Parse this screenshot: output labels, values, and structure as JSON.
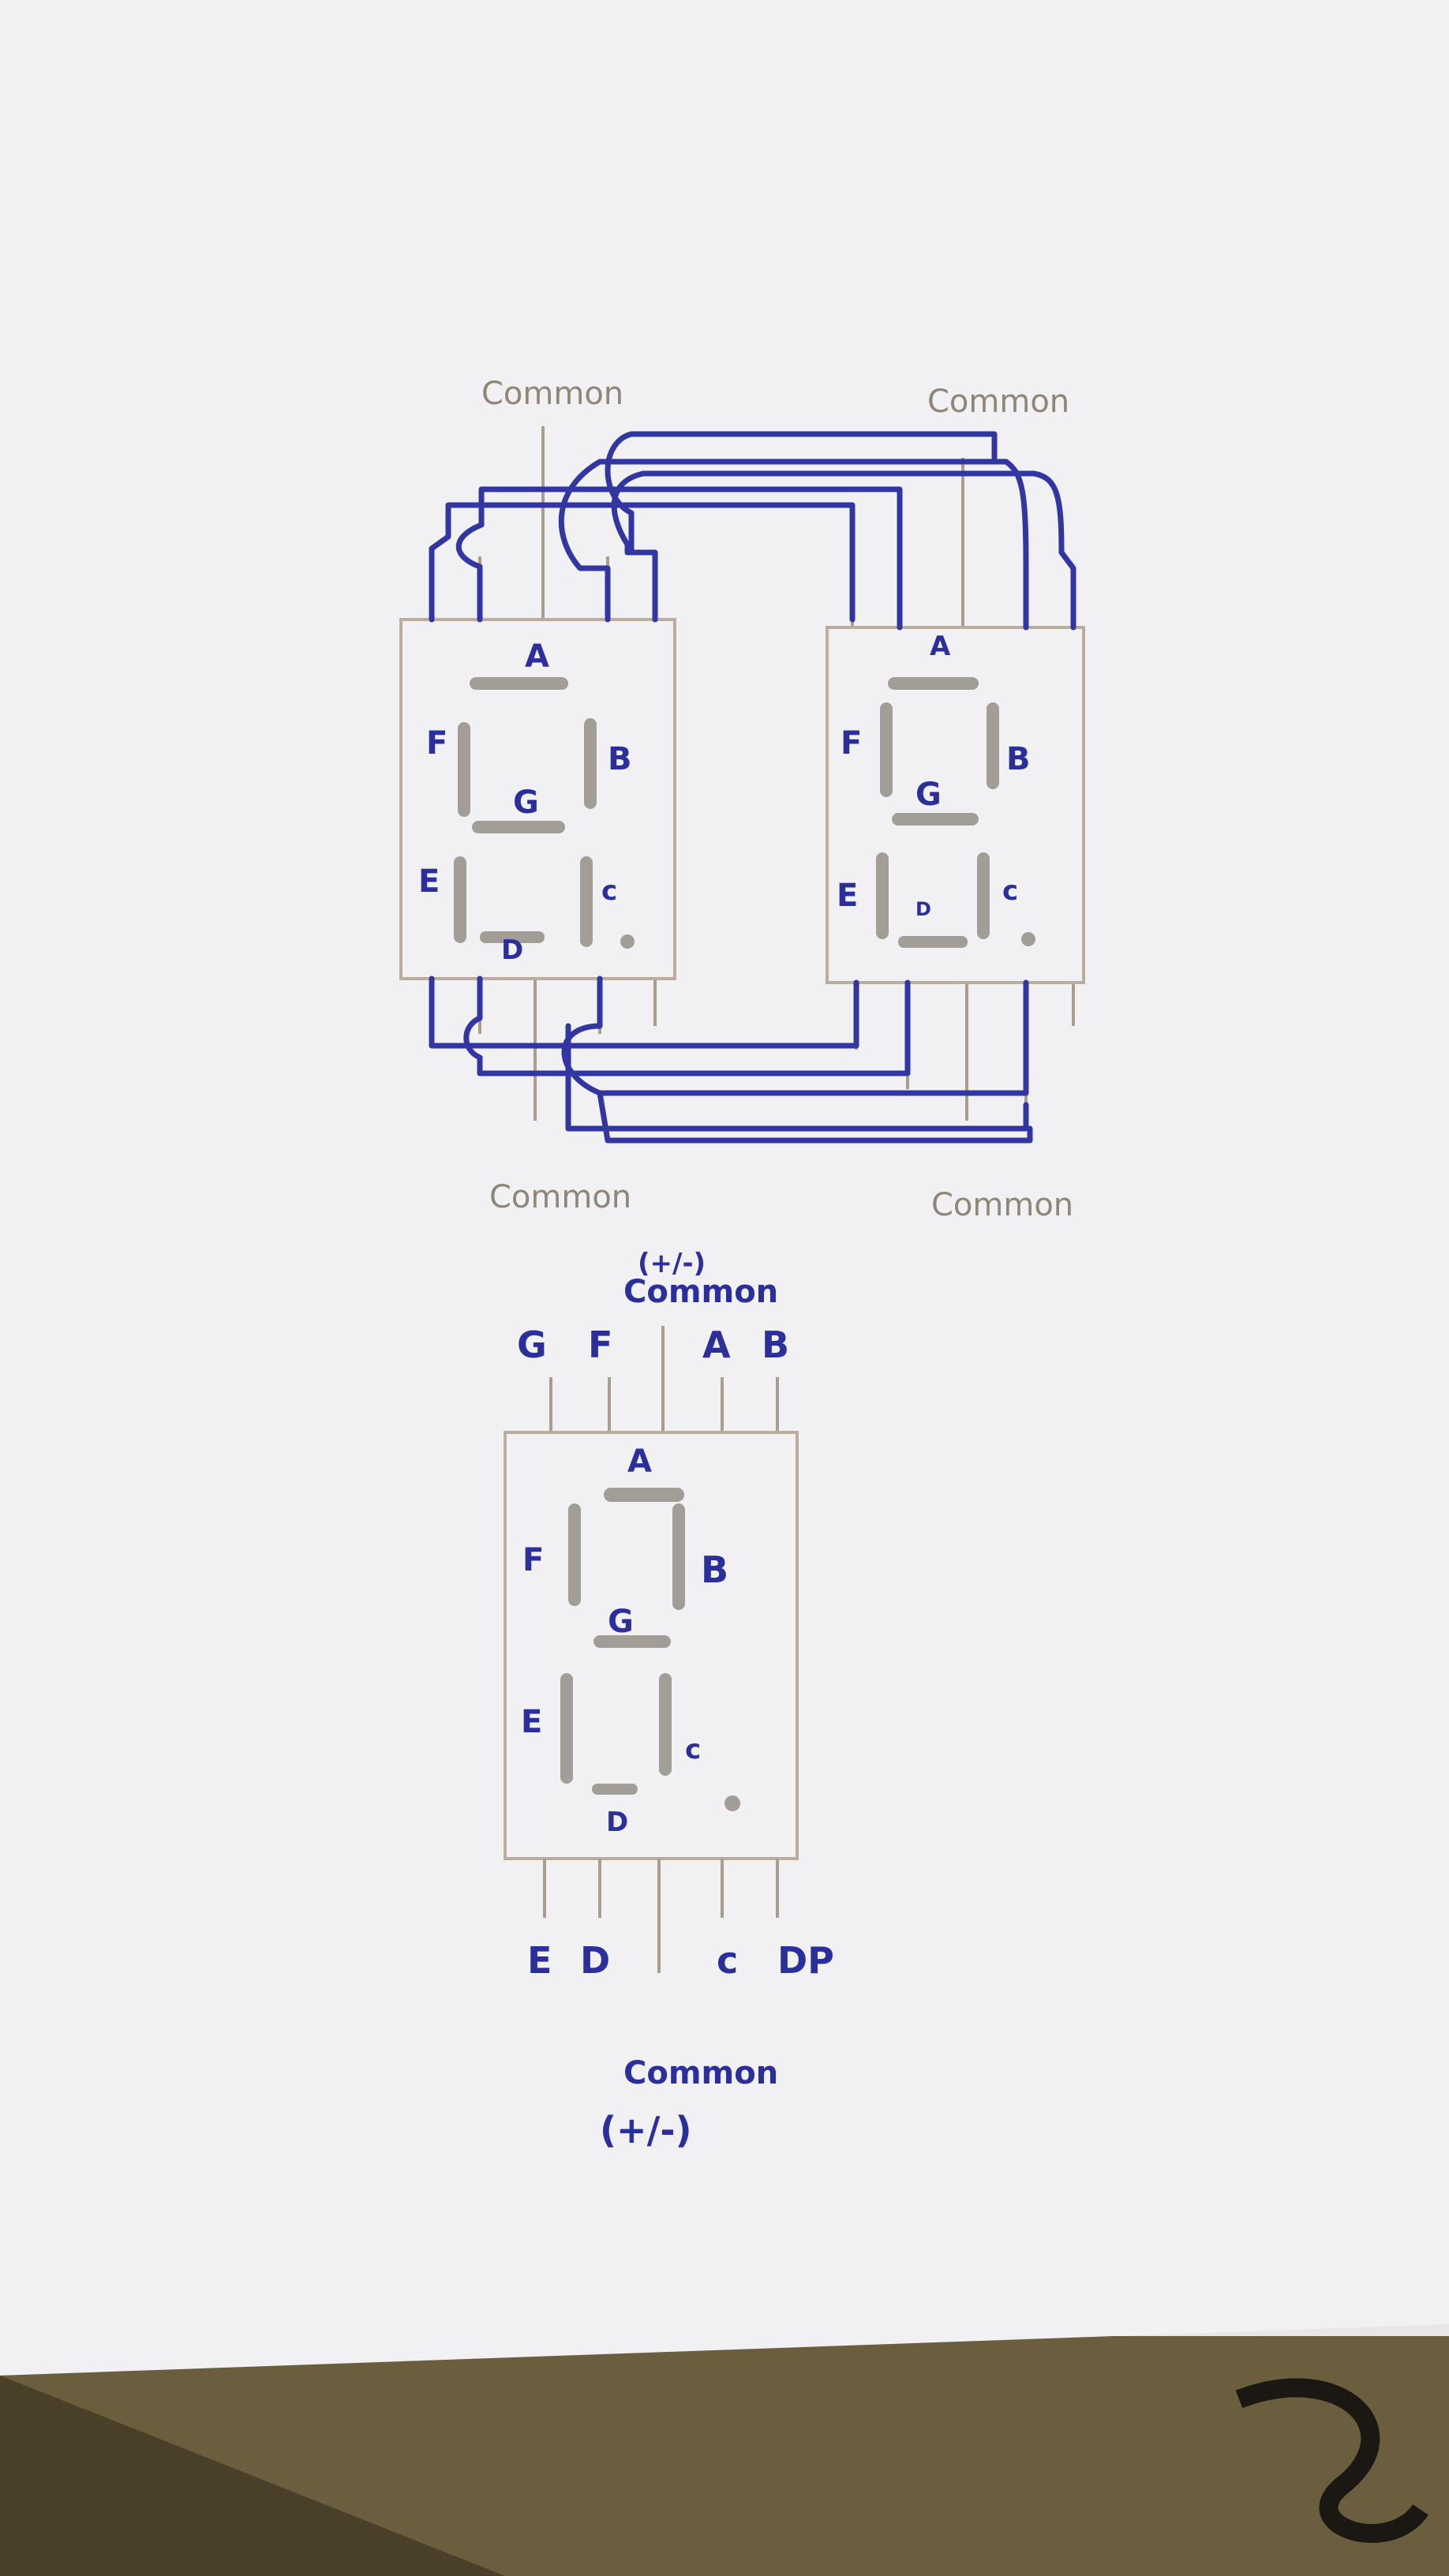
{
  "top_diagram": {
    "label_common_top_left": "Common",
    "label_common_top_right": "Common",
    "label_common_bottom_left": "Common",
    "label_common_bottom_right": "Common",
    "left_display": {
      "seg_a": "A",
      "seg_b": "B",
      "seg_c": "c",
      "seg_d": "D",
      "seg_e": "E",
      "seg_f": "F",
      "seg_g": "G"
    },
    "right_display": {
      "seg_a": "A",
      "seg_b": "B",
      "seg_c": "c",
      "seg_d": "D",
      "seg_e": "E",
      "seg_f": "F",
      "seg_g": "G"
    }
  },
  "pinout": {
    "top_common_polarity": "(+/-)",
    "top_common_label": "Common",
    "top_pins": [
      "G",
      "F",
      "A",
      "B"
    ],
    "segments": {
      "a": "A",
      "b": "B",
      "c": "c",
      "d": "D",
      "e": "E",
      "f": "F",
      "g": "G"
    },
    "bottom_pins": [
      "E",
      "D",
      "c",
      "DP"
    ],
    "bottom_common_label": "Common",
    "bottom_common_polarity": "(+/-)"
  },
  "colors": {
    "paper": "#f1f0f3",
    "ink": "#2b2f9c",
    "pencil": "#8f8678",
    "fabric": "#6b5e3e"
  }
}
